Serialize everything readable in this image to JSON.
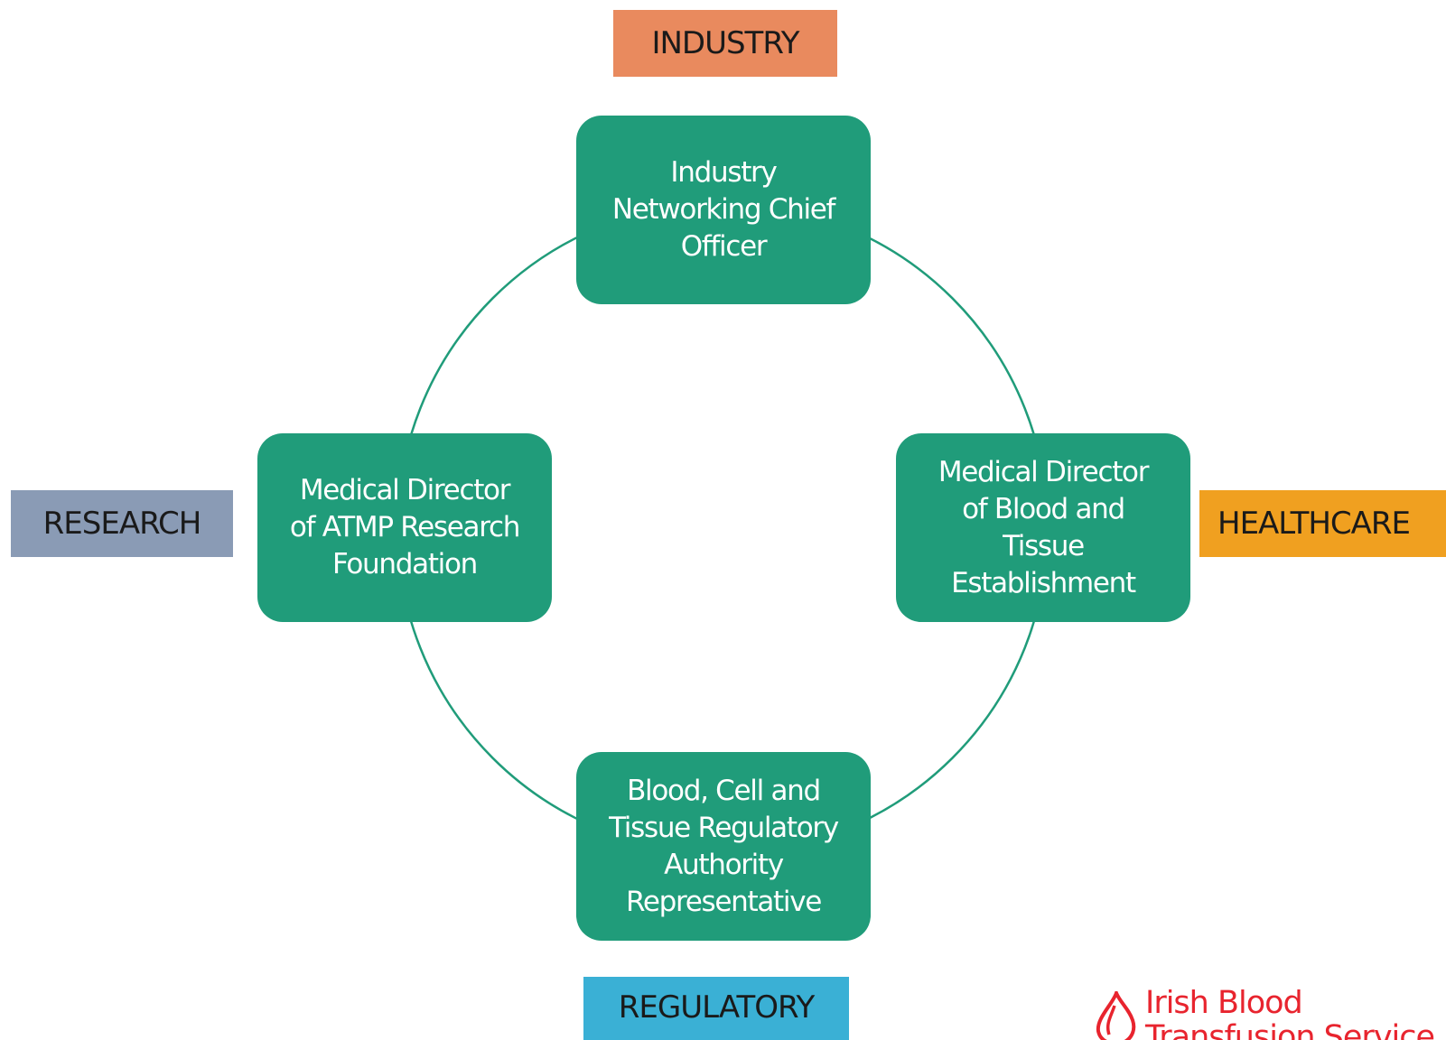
{
  "categories": {
    "industry": "INDUSTRY",
    "research": "RESEARCH",
    "healthcare": "HEALTHCARE",
    "regulatory": "REGULATORY"
  },
  "nodes": {
    "top": "Industry\nNetworking Chief\nOfficer",
    "left": "Medical Director\nof ATMP Research\nFoundation",
    "right": "Medical Director\nof Blood and\nTissue\nEstablishment",
    "bottom": "Blood, Cell and\nTissue Regulatory\nAuthority\nRepresentative"
  },
  "logo": {
    "text": "Irish Blood\nTransfusion Service"
  },
  "colors": {
    "node_fill": "#209C7A",
    "ring_line": "#209C7A",
    "industry": "#E98A5E",
    "research": "#8A9BB5",
    "healthcare": "#F0A020",
    "regulatory": "#3AB0D5",
    "logo_red": "#E8242E"
  }
}
